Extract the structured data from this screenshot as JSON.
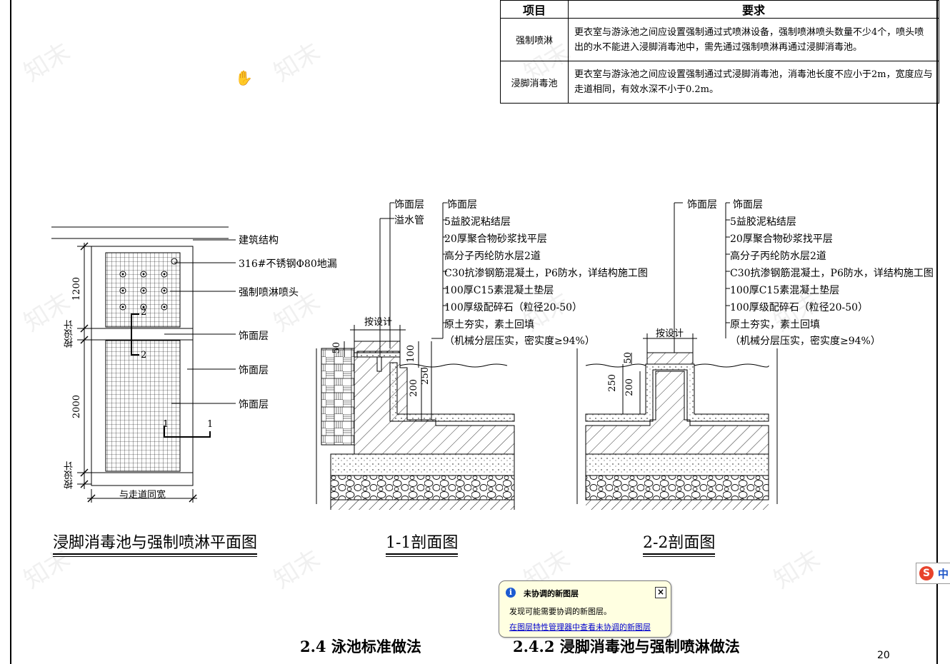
{
  "table": {
    "headers": [
      "项目",
      "要求"
    ],
    "rows": [
      {
        "item": "强制喷淋",
        "requirement": "更衣室与游泳池之间应设置强制通过式喷淋设备，强制喷淋喷头数量不少4个，喷头喷出的水不能进入浸脚消毒池中，需先通过强制喷淋再通过浸脚消毒池。"
      },
      {
        "item": "浸脚消毒池",
        "requirement": "更衣室与游泳池之间应设置强制通过式浸脚消毒池，消毒池长度不应小于2m，宽度应与走道相同，有效水深不小于0.2m。"
      }
    ]
  },
  "plan": {
    "labels": [
      "建筑结构",
      "316#不锈钢Φ80地漏",
      "强制喷淋喷头",
      "饰面层",
      "饰面层",
      "饰面层"
    ],
    "dims": {
      "top": "1200",
      "mid": "按设计",
      "main": "2000",
      "bottom": "按设计",
      "width": "与走道同宽"
    },
    "section_marks": {
      "s2": "2",
      "s1": "1"
    },
    "title": "浸脚消毒池与强制喷淋平面图"
  },
  "section1": {
    "left_labels": [
      "饰面层",
      "溢水管"
    ],
    "right_labels": [
      "饰面层",
      "5益胶泥粘结层",
      "20厚聚合物砂浆找平层",
      "高分子丙纶防水层2道",
      "C30抗渗钢筋混凝土，P6防水，详结构施工图",
      "100厚C15素混凝土垫层",
      "100厚级配碎石（粒径20-50）",
      "原土夯实，素土回填",
      "（机械分层压实，密实度≥94%）"
    ],
    "dims": {
      "by_design": "按设计",
      "d50": "50",
      "d100": "100",
      "d200": "200",
      "d250": "250"
    },
    "title": "1-1剖面图"
  },
  "section2": {
    "left_labels": [
      "饰面层"
    ],
    "right_labels": [
      "饰面层",
      "5益胶泥粘结层",
      "20厚聚合物砂浆找平层",
      "高分子丙纶防水层2道",
      "C30抗渗钢筋混凝土，P6防水，详结构施工图",
      "100厚C15素混凝土垫层",
      "100厚级配碎石（粒径20-50）",
      "原土夯实，素土回填",
      "（机械分层压实，密实度≥94%）"
    ],
    "dims": {
      "by_design": "按设计",
      "d50": "50",
      "d200": "200",
      "d250": "250"
    },
    "title": "2-2剖面图"
  },
  "sections": {
    "main": "2.4 泳池标准做法",
    "sub": "2.4.2 浸脚消毒池与强制喷淋做法"
  },
  "page_number": "20",
  "notification": {
    "title": "未协调的新图层",
    "body": "发现可能需要协调的新图层。",
    "link": "在图层特性管理器中查看未协调的新图层",
    "close": "×"
  },
  "ime": {
    "logo": "S",
    "mode": "中"
  },
  "colors": {
    "link": "#0000cc",
    "balloon_bg": "#ffffe1",
    "info_icon": "#1d5bd1",
    "ime_logo": "#e8432c"
  }
}
